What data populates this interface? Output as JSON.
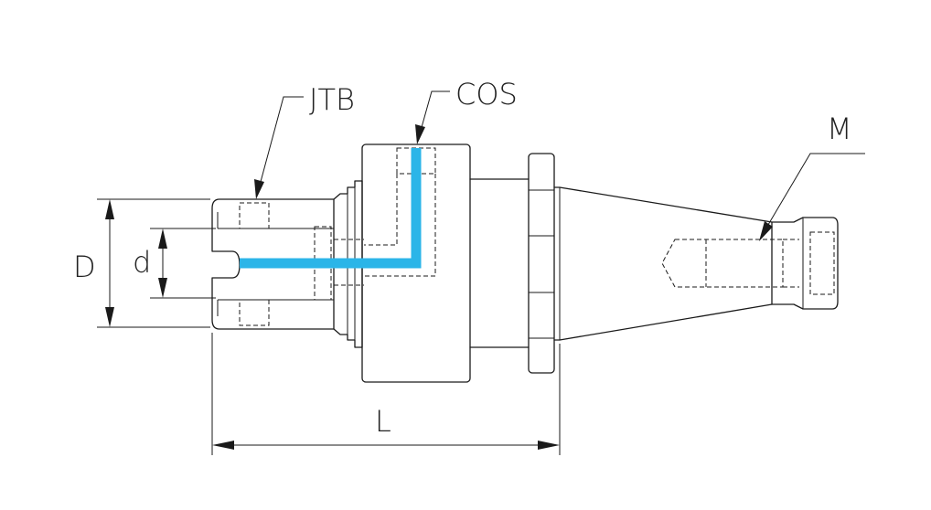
{
  "labels": {
    "jtb": "JTB",
    "cos": "COS",
    "m": "M",
    "d_outer": "D",
    "d_inner": "d",
    "length": "L"
  },
  "colors": {
    "coolant": "#2bb5e8",
    "line": "#1a1a1a"
  }
}
